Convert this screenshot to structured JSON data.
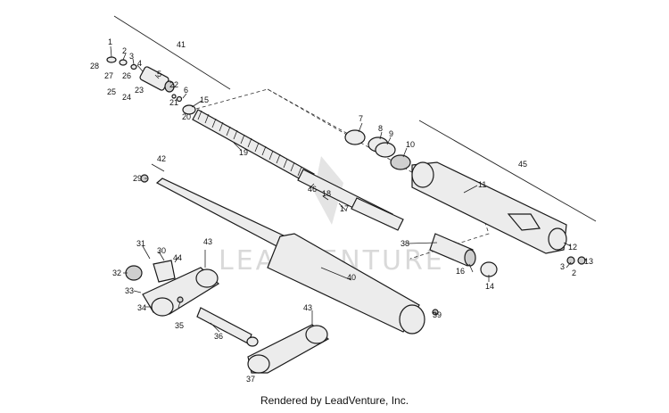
{
  "watermark": "LEADVENTURE",
  "caption": "Rendered by LeadVenture, Inc.",
  "callouts": [
    "1",
    "2",
    "3",
    "4",
    "5",
    "6",
    "7",
    "8",
    "9",
    "10",
    "11",
    "12",
    "13",
    "14",
    "15",
    "16",
    "17",
    "18",
    "19",
    "20",
    "21",
    "22",
    "23",
    "24",
    "25",
    "26",
    "27",
    "28",
    "29",
    "30",
    "31",
    "32",
    "33",
    "34",
    "35",
    "36",
    "37",
    "38",
    "39",
    "40",
    "41",
    "42",
    "43",
    "44",
    "45",
    "46",
    "43",
    "3",
    "2"
  ]
}
